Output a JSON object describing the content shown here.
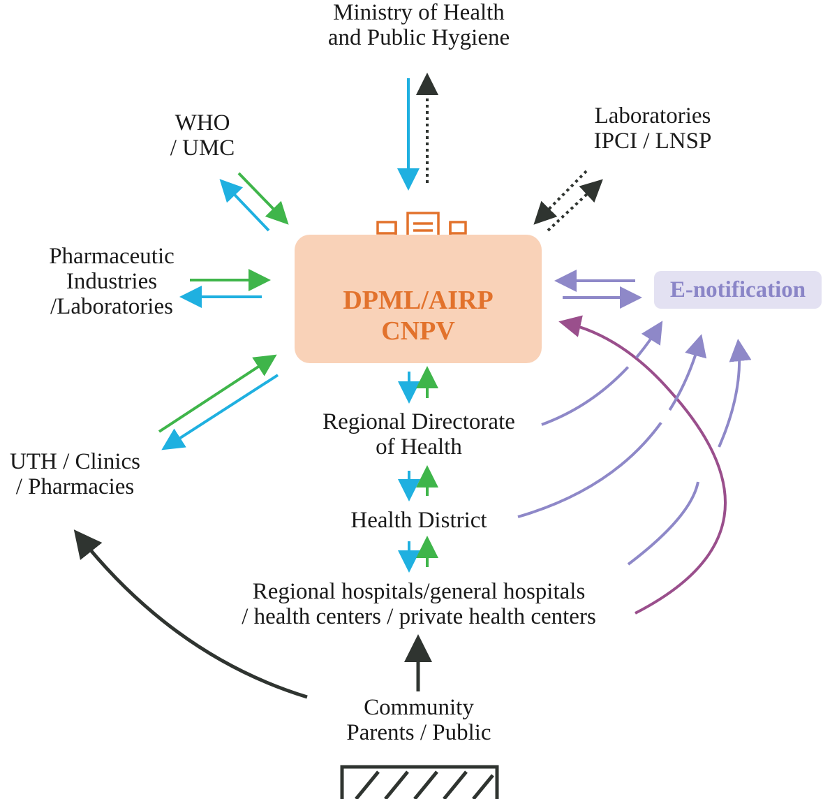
{
  "hub": {
    "line1": "DPML/AIRP",
    "line2": "CNPV",
    "icon": "hospital-building-icon",
    "fill_color": "#f9d2b8",
    "text_color": "#e2722c"
  },
  "ministry": {
    "line1": "Ministry of Health",
    "line2": "and Public Hygiene"
  },
  "who": {
    "line1": "WHO",
    "line2": "/ UMC"
  },
  "labs": {
    "line1": "Laboratories",
    "line2": "IPCI / LNSP"
  },
  "pharma": {
    "line1": "Pharmaceutic",
    "line2": "Industries",
    "line3": "/Laboratories"
  },
  "uth": {
    "line1": "UTH / Clinics",
    "line2": "/ Pharmacies"
  },
  "regional_directorate": {
    "line1": "Regional Directorate",
    "line2": "of Health"
  },
  "health_district": {
    "line1": "Health District"
  },
  "hospitals": {
    "line1": "Regional hospitals/general hospitals",
    "line2": "/ health centers / private health centers"
  },
  "community": {
    "line1": "Community",
    "line2": "Parents / Public"
  },
  "enotification": {
    "label": "E-notification",
    "color": "#8a85c7",
    "bg": "#e3e1f2"
  },
  "arrow_colors": {
    "blue": "#1fb0e0",
    "green": "#3fb54a",
    "purple_light": "#8e88c8",
    "purple_dark": "#9a4f8c",
    "dark": "#2f3430"
  },
  "ground_icon": "ground-hatch-icon"
}
